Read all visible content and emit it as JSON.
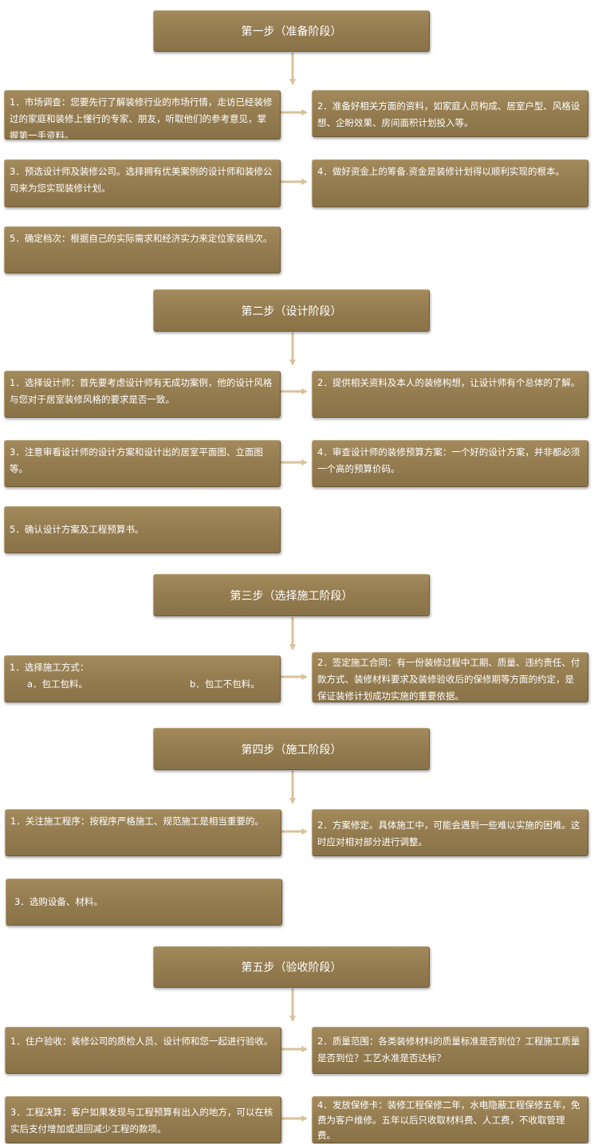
{
  "steps": [
    {
      "title": "第一步（准备阶段）",
      "items": [
        "1．市场调查：您要先行了解装修行业的市场行情，走访已经装修过的家庭和装修上懂行的专家、朋友，听取他们的参考意见，掌握第一手资料。",
        "2．准备好相关方面的资料，如家庭人员构成、居室户型、风格设想、企盼效果、房间面积计划投入等。",
        "3．预选设计师及装修公司。选择拥有优美案例的设计师和装修公司来为您实现装修计划。",
        "4．做好资金上的筹备.资金是装修计划得以顺利实现的根本。",
        "5．确定档次：根据自己的实际需求和经济实力来定位家装档次。"
      ]
    },
    {
      "title": "第二步（设计阶段）",
      "items": [
        "1．选择设计师：首先要考虑设计师有无成功案例，他的设计风格与您对于居室装修风格的要求是否一致。",
        "2．提供相关资料及本人的装修构想，让设计师有个总体的了解。",
        "3．注意审看设计师的设计方案和设计出的居室平面图、立面图等。",
        "4．审查设计师的装修预算方案：一个好的设计方案，并非都必须一个高的预算价码。",
        "5．确认设计方案及工程预算书。"
      ]
    },
    {
      "title": "第三步（选择施工阶段）",
      "items": [
        "1．选择施工方式：",
        "2．签定施工合同：有一份装修过程中工期、质量、违约责任、付款方式、装修材料要求及装修验收后的保修期等方面的约定，是保证装修计划成功实施的重要依据。"
      ],
      "sub_a": "a．包工包料。",
      "sub_b": "b．包工不包料。"
    },
    {
      "title": "第四步（施工阶段）",
      "items": [
        "1．关注施工程序：按程序严格施工、规范施工是相当重要的。",
        "2．方案修定。具体施工中，可能会遇到一些难以实施的困难。这时应对相对部分进行调整。",
        "3．选购设备、材料。"
      ]
    },
    {
      "title": "第五步（验收阶段）",
      "items": [
        "1．住户验收：装修公司的质检人员、设计师和您一起进行验收。",
        "2．质量范围：各类装修材料的质量标准是否到位？工程施工质量是否到位？工艺水准是否达标？",
        "3．工程决算：客户如果发现与工程预算有出入的地方，可以在核实后支付增加或退回减少工程的款项。",
        "4．发放保修卡：装修工程保修二年，水电隐蔽工程保修五年，免费为客户维修。五年以后只收取材料费、人工费，不收取管理费。"
      ]
    }
  ],
  "colors": {
    "box": "#957d51",
    "connector": "#d9c39a",
    "text": "#ffffff"
  }
}
